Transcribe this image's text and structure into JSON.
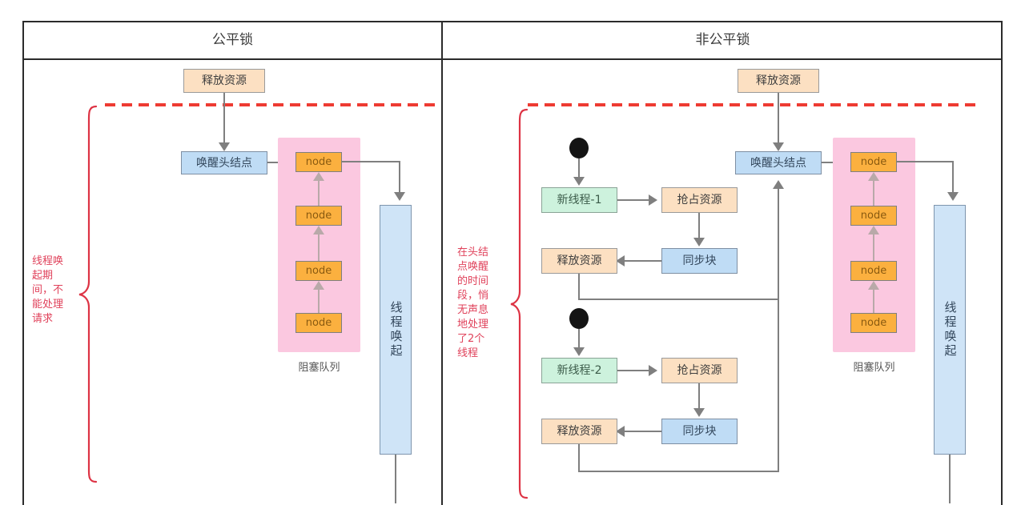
{
  "panels": {
    "left": {
      "title": "公平锁"
    },
    "right": {
      "title": "非公平锁"
    }
  },
  "labels": {
    "release_resource": "释放资源",
    "wake_head_node": "唤醒头结点",
    "node": "node",
    "blocking_queue": "阻塞队列",
    "thread_wakeup": "线程唤起",
    "new_thread_1": "新线程-1",
    "new_thread_2": "新线程-2",
    "seize_resource": "抢占资源",
    "sync_block": "同步块"
  },
  "annotations": {
    "left": "线程唤\n起期\n间，不\n能处理\n请求",
    "right": "在头结\n点唤醒\n的时间\n段，悄\n无声息\n地处理\n了2个\n线程"
  },
  "left_panel": {
    "release_resource": "释放资源",
    "wake_head_node": "唤醒头结点",
    "queue_nodes": [
      "node",
      "node",
      "node",
      "node"
    ],
    "queue_caption": "阻塞队列",
    "wakeup_bar": "线程唤起"
  },
  "right_panel": {
    "release_resource": "释放资源",
    "wake_head_node": "唤醒头结点",
    "queue_nodes": [
      "node",
      "node",
      "node",
      "node"
    ],
    "queue_caption": "阻塞队列",
    "wakeup_bar": "线程唤起",
    "threads": [
      {
        "start": "新线程-1",
        "seize": "抢占资源",
        "sync": "同步块",
        "release": "释放资源"
      },
      {
        "start": "新线程-2",
        "seize": "抢占资源",
        "sync": "同步块",
        "release": "释放资源"
      }
    ]
  },
  "colors": {
    "orange_box": "#fce0c2",
    "blue_box": "#bfdcf5",
    "green_box": "#cdf2dd",
    "node_box": "#fbb03f",
    "queue_bg": "#fbc8e0",
    "vbar": "#cfe4f7",
    "dashed_red": "#ee3b32",
    "annotation_red": "#e0425b",
    "connector_gray": "#7f7f7f",
    "table_border": "#2b2b2b"
  }
}
